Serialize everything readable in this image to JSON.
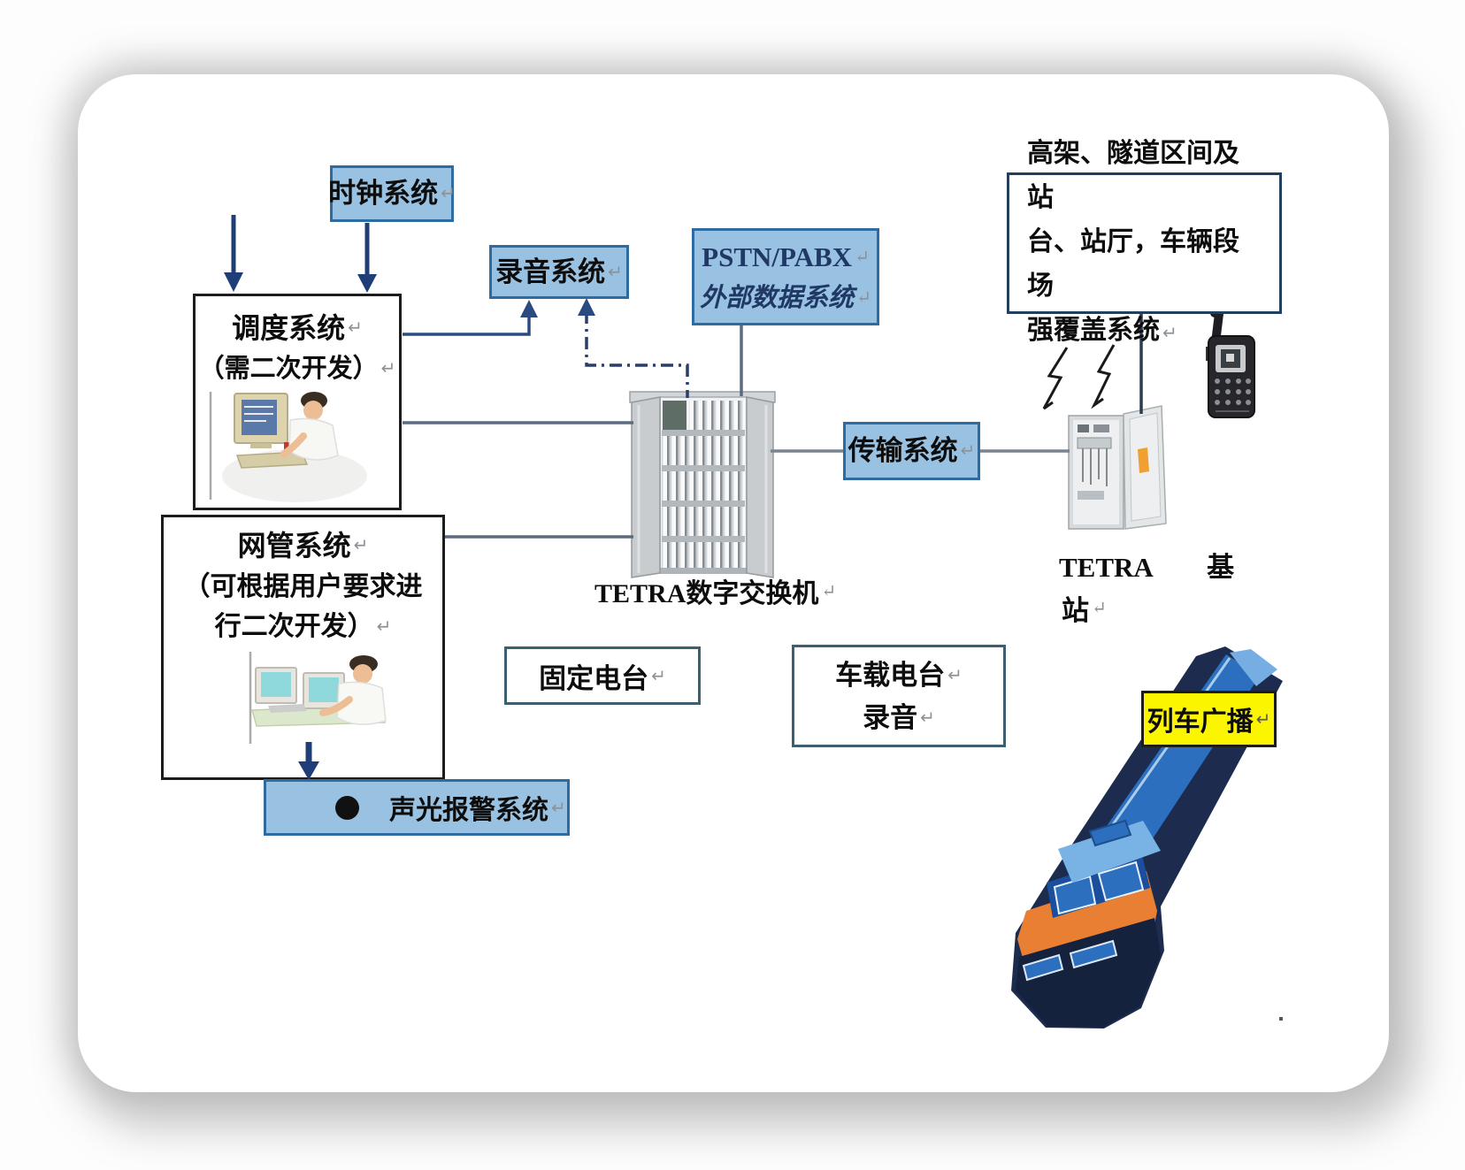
{
  "diagram": {
    "title_domain": "TETRA rail trunking radio system diagram",
    "return_mark": "↵",
    "boxes": {
      "clock": {
        "label": "时钟系统",
        "mark": "↵"
      },
      "record": {
        "label": "录音系统",
        "mark": "↵"
      },
      "pstn": {
        "line1": "PSTN/PABX",
        "line1_mark": "↵",
        "line2": "外部数据系统",
        "line2_mark": "↵"
      },
      "coverage": {
        "line1": "高架、隧道区间及站",
        "line2": "台、站厅，车辆段场",
        "line3": "强覆盖系统",
        "mark": "↵"
      },
      "dispatch": {
        "line1": "调度系统",
        "line1_mark": "↵",
        "line2": "（需二次开发）",
        "line2_mark": "↵"
      },
      "nms": {
        "line1": "网管系统",
        "line1_mark": "↵",
        "line2": "（可根据用户要求进",
        "line3": "行二次开发）",
        "line3_mark": "↵"
      },
      "alarm": {
        "bullet": "●",
        "label": "声光报警系统",
        "mark": "↵"
      },
      "fixed_radio": {
        "label": "固定电台",
        "mark": "↵"
      },
      "vehicle_radio": {
        "line1": "车载电台",
        "line1_mark": "↵",
        "line2": "录音",
        "line2_mark": "↵"
      },
      "transmission": {
        "label": "传输系统",
        "mark": "↵"
      },
      "broadcast": {
        "label": "列车广播",
        "mark": "↵"
      }
    },
    "captions": {
      "switch_label": "TETRA数字交换机",
      "switch_mark": "↵",
      "bts_line1": "TETRA　　基",
      "bts_line2": "站",
      "bts_mark": "↵"
    },
    "colors": {
      "box_blue_fill": "#99C2E2",
      "box_blue_border": "#2D6BA0",
      "box_yellow_fill": "#FCF500",
      "arrow_navy": "#1F3E77",
      "wire_gray": "#5C6B80",
      "pstn_text": "#1F3864",
      "train_blue": "#2C6FBF",
      "train_orange": "#E87F33",
      "train_dark": "#1C2B4E"
    }
  }
}
